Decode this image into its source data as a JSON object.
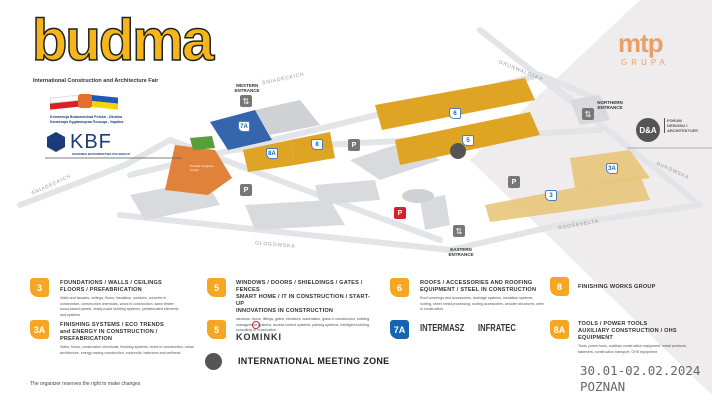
{
  "logo": {
    "name": "budma",
    "subtitle": "International Construction and Architecture Fair"
  },
  "convention": {
    "line1": "Konwencja Budownictwa Polska - Ukraina",
    "line2": "Конвенція Будівництва Польща - Україна"
  },
  "kbf": {
    "name": "KBF",
    "subtitle": "KONGRES BUDOWNICTWA POLSKIEGO"
  },
  "organizer": {
    "name": "mtp",
    "sub": "GRUPA"
  },
  "forum": {
    "logo": "D&A",
    "text": "FORUM DESIGNU I ARCHITEKTURY"
  },
  "map": {
    "streets": [
      "ŚNIADECKICH",
      "ŚNIADECKICH",
      "GŁOGOWSKA",
      "GRUNWALDZKA",
      "BUKOWSKA",
      "ROOSEVELTA"
    ],
    "entrances": [
      {
        "label": "WESTERN ENTRANCE",
        "icon": "entrance-arrows-icon"
      },
      {
        "label": "NORTHERN ENTRANCE",
        "icon": "entrance-arrows-icon"
      },
      {
        "label": "EASTERN ENTRANCE",
        "icon": "entrance-arrows-icon"
      }
    ],
    "halls": [
      "7A",
      "8A",
      "8",
      "6",
      "5",
      "3A",
      "3"
    ],
    "parking": "P",
    "congress_center": "Poznań Congress Center"
  },
  "legend": [
    {
      "badge": "3",
      "title1": "FOUNDATIONS / WALLS / CEILINGS",
      "title2": "FLOORS / PREFABRICATION",
      "desc": "Walls and facades, ceilings, floors, insulation, surfaces, concrete in construction, construction chemicals, wood in construction, sawn timber, wood-based panels, ready-made building systems, prefabricated elements and systems"
    },
    {
      "badge": "3A",
      "title1": "FINISHING SYSTEMS / ECO TRENDS",
      "title2": "and ENERGY IN CONSTRUCTION / PREFABRICATION",
      "desc": "Stairs, floors, construction chemicals, finishing systems, stone in construction, urban architecture, energy-saving construction, ecotrends, bathroom and wellness"
    },
    {
      "badge": "5",
      "title1": "WINDOWS / DOORS / SHIELDINGS / GATES / FENCES",
      "title2": "SMART HOME / IT IN CONSTRUCTION / START-UP",
      "title3": "INNOVATIONS IN CONSTRUCTION",
      "desc": "windows, doors, fittings, gates, elevators, automation, glass in construction, building management systems, access control systems, parking systems, intelligent building, consulting in construction"
    },
    {
      "badge": "5",
      "brand": "KOMINKI"
    },
    {
      "badge": "6",
      "title1": "ROOFS / ACCESSORIES AND ROOFING",
      "title2": "EQUIPMENT / STEEL IN CONSTRUCTION",
      "desc": "Roof coverings and accessories, drainage systems, insulation systems roofing, sheet metal processing, roofing accessories, wooden structures, steel in construction"
    },
    {
      "badge": "7A",
      "brand1": "INTERMASZ",
      "brand2": "INFRATEC"
    },
    {
      "badge": "8",
      "title1": "FINISHING WORKS GROUP"
    },
    {
      "badge": "8A",
      "title1": "TOOLS / POWER TOOLS",
      "title2": "AUXILIARY CONSTRUCTION / OHS EQUIPMENT",
      "desc": "Tools, power tools, auxiliary construction equipment, metal products, fasteners, construction transport, OHS equipment"
    }
  ],
  "meeting_zone": "INTERNATIONAL MEETING ZONE",
  "footer": "The organizer reserves the right to make changes",
  "dates": "30.01-02.02.2024",
  "city": "POZNAN",
  "colors": {
    "yellow": "#f5a623",
    "blue": "#1565b0",
    "orange": "#e0823a",
    "green": "#5a9e3c",
    "gray": "#d4d6da"
  }
}
